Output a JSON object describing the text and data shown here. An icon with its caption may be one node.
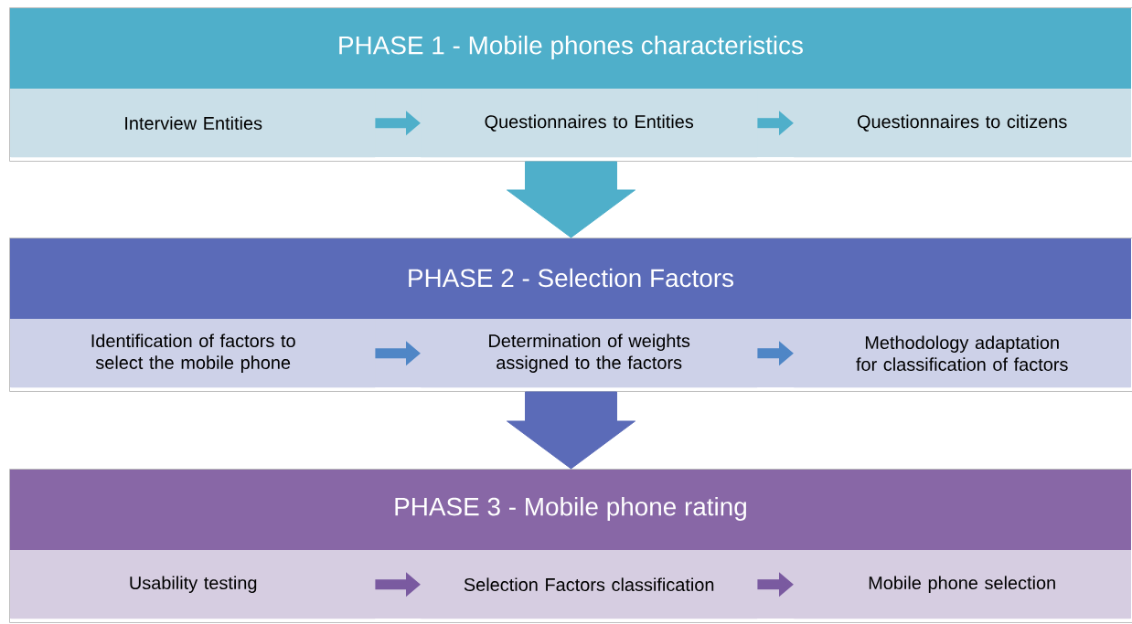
{
  "diagram": {
    "nodes": [
      {
        "text": [
          "PHASE 1 - Mobile phones characteristics"
        ]
      },
      {
        "text": [
          "Interview Entities"
        ],
        "in": 0
      },
      {
        "text": [
          "Questionnaires to Entities"
        ],
        "in": 0
      },
      {
        "text": [
          "Questionnaires to citizens"
        ],
        "in": 0
      },
      {
        "text": [
          "PHASE 2 - Selection Factors"
        ]
      },
      {
        "text": [
          "Identification of factors to select the mobile phone"
        ],
        "in": 4
      },
      {
        "text": [
          "Determination of weights assigned to the factors"
        ],
        "in": 4
      },
      {
        "text": [
          "Methodology adaptation for classification of factors"
        ],
        "in": 4
      },
      {
        "text": [
          "PHASE 3 - Mobile phone rating"
        ]
      },
      {
        "text": [
          "Usability testing"
        ],
        "in": 8
      },
      {
        "text": [
          "Selection Factors classification"
        ],
        "in": 8
      },
      {
        "text": [
          "Mobile phone selection"
        ],
        "in": 8
      }
    ],
    "edges": [
      {
        "from": 1,
        "to": 2,
        "arrow": "to",
        "color": "#4fafca"
      },
      {
        "from": 2,
        "to": 3,
        "arrow": "to",
        "color": "#4fafca"
      },
      {
        "from": 0,
        "to": 4,
        "arrow": "to",
        "color": "#4fafca"
      },
      {
        "from": 5,
        "to": 6,
        "arrow": "to",
        "color": "#4f86c6"
      },
      {
        "from": 6,
        "to": 7,
        "arrow": "to",
        "color": "#4f86c6"
      },
      {
        "from": 4,
        "to": 8,
        "arrow": "to",
        "color": "#5b6bb8"
      },
      {
        "from": 9,
        "to": 10,
        "arrow": "to",
        "color": "#7a5aa0"
      },
      {
        "from": 10,
        "to": 11,
        "arrow": "to",
        "color": "#7a5aa0"
      }
    ]
  }
}
